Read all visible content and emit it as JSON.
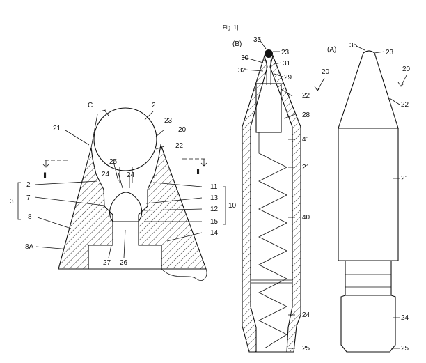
{
  "figure": {
    "caption": "Fig. 1]",
    "colors": {
      "ink": "#111111",
      "paper": "#ffffff"
    }
  },
  "left_view": {
    "labels": {
      "c": "C",
      "n2_top": "2",
      "n21": "21",
      "n23": "23",
      "n20": "20",
      "n22": "22",
      "section_left": "Ⅲ",
      "section_right": "Ⅲ",
      "n25": "25",
      "n24a": "24",
      "n24b": "24",
      "n3": "3",
      "n2_side": "2",
      "n7": "7",
      "n8": "8",
      "n11": "11",
      "n13": "13",
      "n12": "12",
      "n10": "10",
      "n15": "15",
      "n14": "14",
      "n8A": "8A",
      "n27": "27",
      "n26": "26"
    }
  },
  "view_b": {
    "title": "(B)",
    "labels": {
      "n35": "35",
      "n23": "23",
      "n30": "30",
      "n31": "31",
      "n32": "32",
      "n29": "29",
      "n20": "20",
      "n22": "22",
      "n28": "28",
      "n41": "41",
      "n21": "21",
      "n40": "40",
      "n24": "24",
      "n25": "25"
    }
  },
  "view_a": {
    "title": "(A)",
    "labels": {
      "n35": "35",
      "n23": "23",
      "n20": "20",
      "n22": "22",
      "n21": "21",
      "n24": "24",
      "n25": "25"
    }
  }
}
